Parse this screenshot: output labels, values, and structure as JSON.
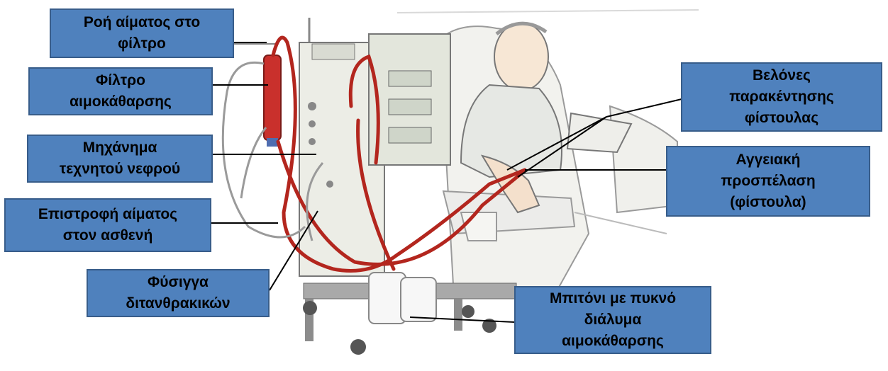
{
  "colors": {
    "label_fill": "#4f81bd",
    "label_border": "#385d8a",
    "blood_line": "#b3261e",
    "leader_line": "#000000"
  },
  "labels": {
    "blood_flow_to_filter": {
      "lines": [
        "Ροή αίματος στο",
        "φίλτρο"
      ]
    },
    "dialysis_filter": {
      "lines": [
        "Φίλτρο",
        "αιμοκάθαρσης"
      ]
    },
    "artificial_kidney_machine": {
      "lines": [
        "Μηχάνημα",
        "τεχνητού νεφρού"
      ]
    },
    "blood_return": {
      "lines": [
        "Επιστροφή αίματος",
        "στον ασθενή"
      ]
    },
    "bicarbonate_cartridge": {
      "lines": [
        "Φύσιγγα",
        "διτανθρακικών"
      ]
    },
    "fistula_needles": {
      "lines": [
        "Βελόνες",
        "παρακέντησης",
        "φίστουλας"
      ]
    },
    "vascular_access": {
      "lines": [
        "Αγγειακή",
        "προσπέλαση",
        "(φίστουλα)"
      ]
    },
    "concentrate_canister": {
      "lines": [
        "Μπιτόνι με πυκνό",
        "διάλυμα",
        "αιμοκάθαρσης"
      ]
    }
  },
  "illustration": {
    "subject_icon": "hemodialysis-machine-patient-illustration"
  }
}
